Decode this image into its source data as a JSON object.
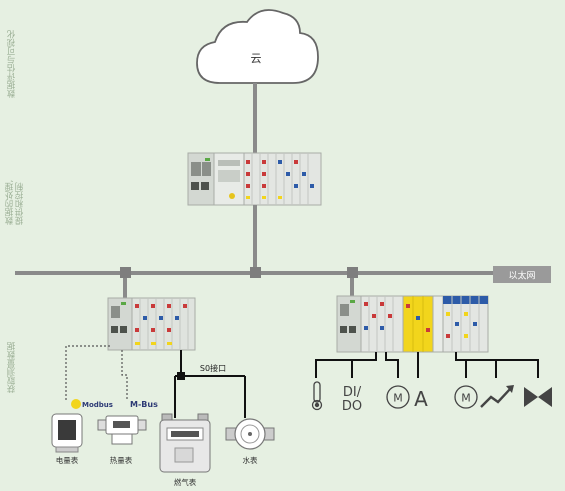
{
  "side_labels": {
    "top": "数据评估与可视化",
    "middle": "数据的处理,\n提供和控制",
    "bottom": "获取测量数据"
  },
  "cloud_label": "云",
  "ethernet_label": "以太网",
  "s0_label": "S0接口",
  "protocols": {
    "modbus": "Modbus",
    "mbus": "M-Bus"
  },
  "meters": [
    {
      "id": "electric",
      "label": "电量表"
    },
    {
      "id": "heat",
      "label": "热量表"
    },
    {
      "id": "gas",
      "label": "燃气表"
    },
    {
      "id": "water",
      "label": "水表"
    }
  ],
  "io_labels": {
    "dio_top": "DI/",
    "dio_bottom": "DO",
    "motor": "M",
    "amp": "A"
  },
  "colors": {
    "background": "#e6f0e2",
    "bus": "#8a8a8a",
    "ethernet_box": "#9a9a9a",
    "module_body": "#dfe3de",
    "accent_yellow": "#f2d51c",
    "accent_blue": "#2d5ba8",
    "accent_red": "#c93a3a",
    "accent_green": "#5aa845"
  },
  "icons": [
    "cloud-icon",
    "thermometer-icon",
    "motor-icon",
    "valve-icon",
    "trend-icon"
  ]
}
